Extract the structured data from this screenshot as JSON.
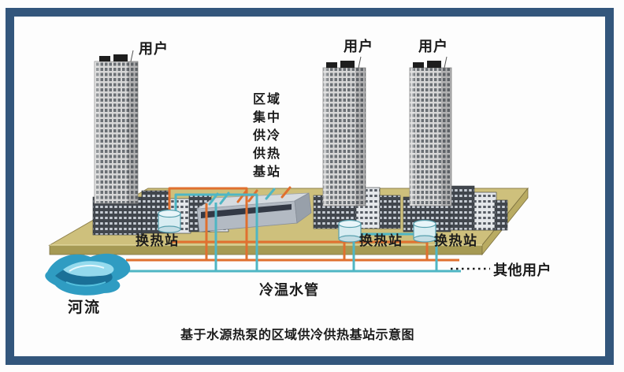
{
  "diagram": {
    "caption": "基于水源热泵的区域供冷供热基站示意图",
    "users": [
      "用户",
      "用户",
      "用户"
    ],
    "base_station_label": "区域\n集中\n供冷\n供热\n基站",
    "exchange_stations": [
      "换热站",
      "换热站",
      "换热站"
    ],
    "river_label": "河流",
    "pipes_label": "冷温水管",
    "other_users_label": "其他用户",
    "colors": {
      "frame": "#33567c",
      "warm_pipe": "#e0702f",
      "cold_pipe": "#4fb6c4",
      "platform_top": "#cec07c",
      "platform_front": "#a69a54",
      "platform_side": "#b9ab62",
      "river_main": "#2f9cc2",
      "tank_fill": "#d8edf2",
      "text": "#1b1b1b"
    }
  }
}
